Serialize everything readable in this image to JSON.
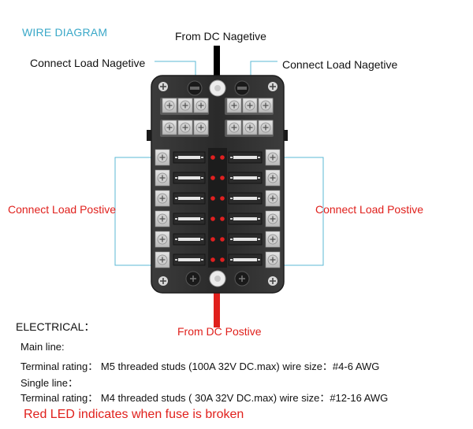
{
  "title": "WIRE DIAGRAM",
  "labels": {
    "from_dc_negative": "From DC Nagetive",
    "connect_load_negative_left": "Connect Load Nagetive",
    "connect_load_negative_right": "Connect Load Nagetive",
    "connect_load_positive_left": "Connect Load Postive",
    "connect_load_positive_right": "Connect Load Postive",
    "from_dc_positive": "From DC Postive"
  },
  "electrical": {
    "heading": "ELECTRICAL：",
    "main_line_label": "Main line:",
    "main_line_rating": "Terminal rating： M5 threaded studs (100A 32V DC.max)  wire size：#4-6 AWG",
    "single_line_label": "Single line：",
    "single_line_rating": "Terminal rating： M4 threaded studs ( 30A 32V DC.max) wire size：#12-16 AWG",
    "led_note": "Red LED indicates when fuse is broken"
  },
  "colors": {
    "title": "#3aa8c8",
    "accent_red": "#e0201c",
    "guide_line": "#5bb8d6",
    "box_body": "#2e2e2e",
    "led": "#e02020"
  },
  "fuse_block": {
    "fuses_per_side": 6,
    "neg_terminals_per_group": 3
  }
}
